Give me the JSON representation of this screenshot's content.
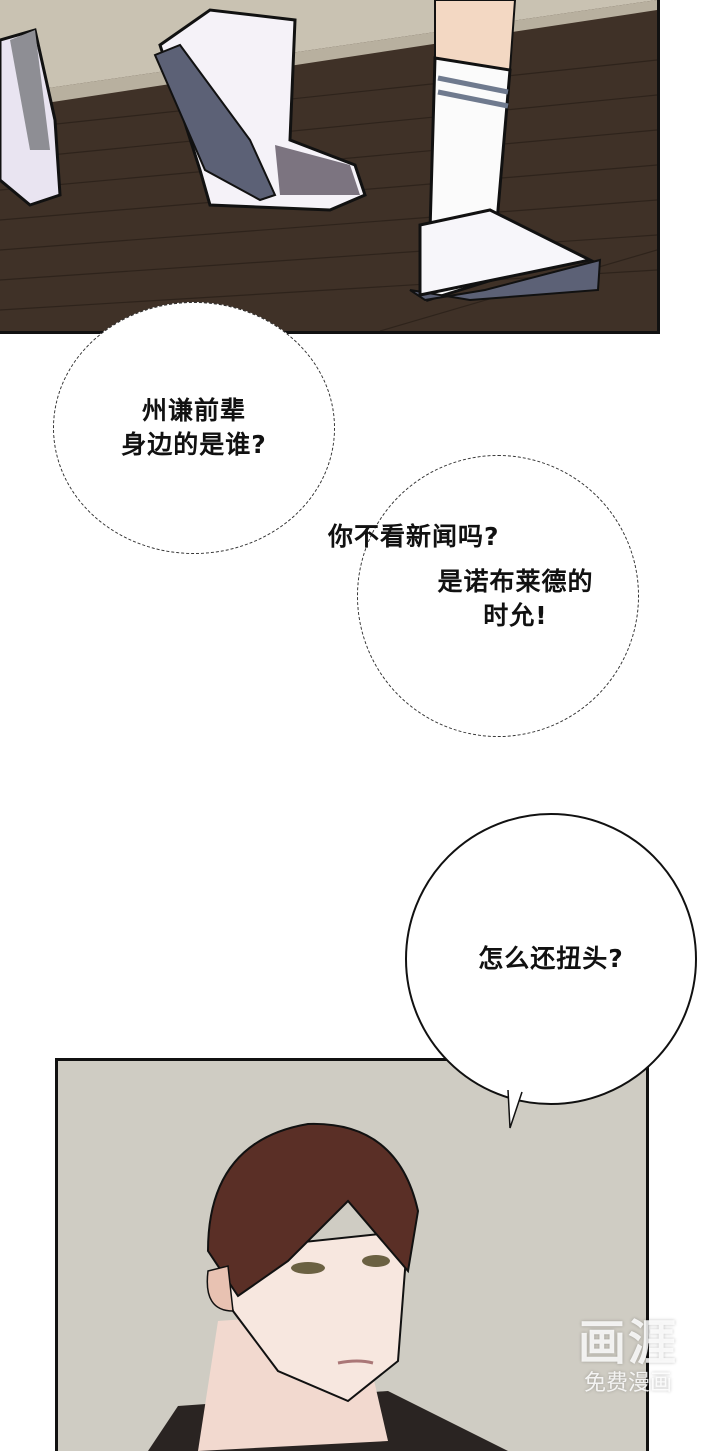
{
  "panels": {
    "top": {
      "scene": "feet walking on wooden floor",
      "colors": {
        "floor": "#3f3127",
        "wall": "#c9c2b2",
        "shoe_sole": "#5c6176",
        "sock_stripe": "#6f7a8e"
      }
    },
    "bottom": {
      "scene": "dark-haired man turning head",
      "colors": {
        "background": "#cfccc3",
        "hair": "#5a2f26",
        "skin": "#f7e7df",
        "shirt": "#2a2422"
      }
    }
  },
  "bubbles": [
    {
      "id": "bubble-1",
      "style": "dotted",
      "lines": [
        "州谦前辈",
        "身边的是谁?"
      ]
    },
    {
      "id": "bubble-2",
      "style": "dotted",
      "lines": [
        "你不看新闻吗?"
      ]
    },
    {
      "id": "bubble-3",
      "style": "dotted",
      "lines": [
        "是诺布莱德的",
        "时允!"
      ]
    },
    {
      "id": "bubble-4",
      "style": "solid",
      "lines": [
        "怎么还扭头?"
      ]
    }
  ],
  "watermark": {
    "logo": "画涯",
    "subtitle": "免费漫画"
  }
}
